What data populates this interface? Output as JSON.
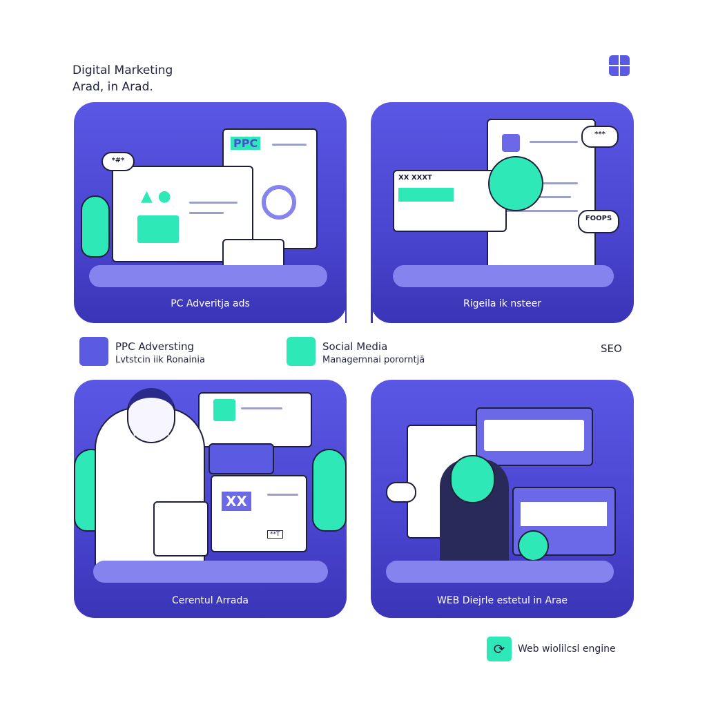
{
  "header": {
    "title_line1": "Digital Marketing",
    "title_line2": "Arad, in Arad.",
    "logo_icon": "grid-logo-icon"
  },
  "panels": [
    {
      "caption": "PC Adveritja ads",
      "labels": {
        "ppc": "PPC",
        "bubble": "*#*"
      }
    },
    {
      "caption": "Rigeila ik nsteer",
      "labels": {
        "bar": "XX XXXT",
        "bubble1": "***",
        "bubble2": "FOOPS"
      }
    },
    {
      "caption": "Cerentul Arrada",
      "labels": {
        "x": "XX",
        "small": "**T"
      }
    },
    {
      "caption": "WEB Diejrle estetul in Arae"
    }
  ],
  "features": [
    {
      "title": "PPC Adversting",
      "subtitle": "Lvtstcin iik Ronainia",
      "icon": "user-icon"
    },
    {
      "title": "Social Media",
      "subtitle": "Managernnai pororntjă",
      "icon": "user-icon"
    },
    {
      "title": "SEO"
    }
  ],
  "footer": {
    "label": "Web wiolilcsl engine",
    "icon": "refresh-icon"
  },
  "colors": {
    "accent": "#2ee8b8",
    "primary": "#4f4bd8",
    "text": "#22243f"
  }
}
